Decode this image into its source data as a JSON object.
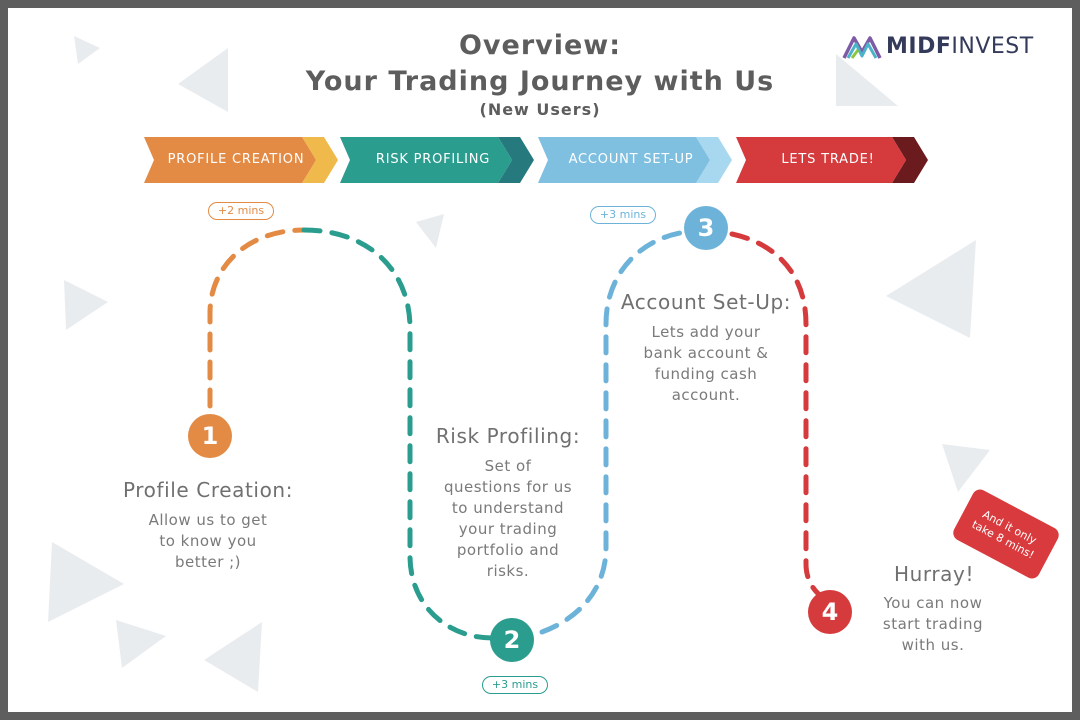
{
  "header": {
    "title_line1": "Overview:",
    "title_line2": "Your Trading Journey with Us",
    "title_line3": "(New Users)"
  },
  "logo": {
    "brand_bold": "MIDF",
    "brand_light": "INVEST"
  },
  "stages": [
    {
      "label": "PROFILE CREATION",
      "color": "#e38b45",
      "tip": "#efb94b"
    },
    {
      "label": "RISK PROFILING",
      "color": "#2a9d8f",
      "tip": "#267a7e"
    },
    {
      "label": "ACCOUNT SET-UP",
      "color": "#7fbfe0",
      "tip": "#a8d8f0"
    },
    {
      "label": "LETS TRADE!",
      "color": "#d53a3d",
      "tip": "#6b1a1e"
    }
  ],
  "badges": {
    "profile": "+2 mins",
    "risk": "+3 mins",
    "account": "+3 mins"
  },
  "steps": [
    {
      "number": "1",
      "title": "Profile Creation:",
      "desc": "Allow us to get\nto know you\nbetter ;)",
      "color": "#e38b45"
    },
    {
      "number": "2",
      "title": "Risk Profiling:",
      "desc": "Set of\nquestions for us\nto understand\nyour trading\nportfolio and\nrisks.",
      "color": "#2a9d8f"
    },
    {
      "number": "3",
      "title": "Account Set-Up:",
      "desc": "Lets add your\nbank account &\nfunding cash\naccount.",
      "color": "#6db3d9"
    },
    {
      "number": "4",
      "title": "Hurray!",
      "desc": "You can now\nstart trading\nwith us.",
      "color": "#d53a3d"
    }
  ],
  "sticker": "And it only\ntake 8 mins!"
}
